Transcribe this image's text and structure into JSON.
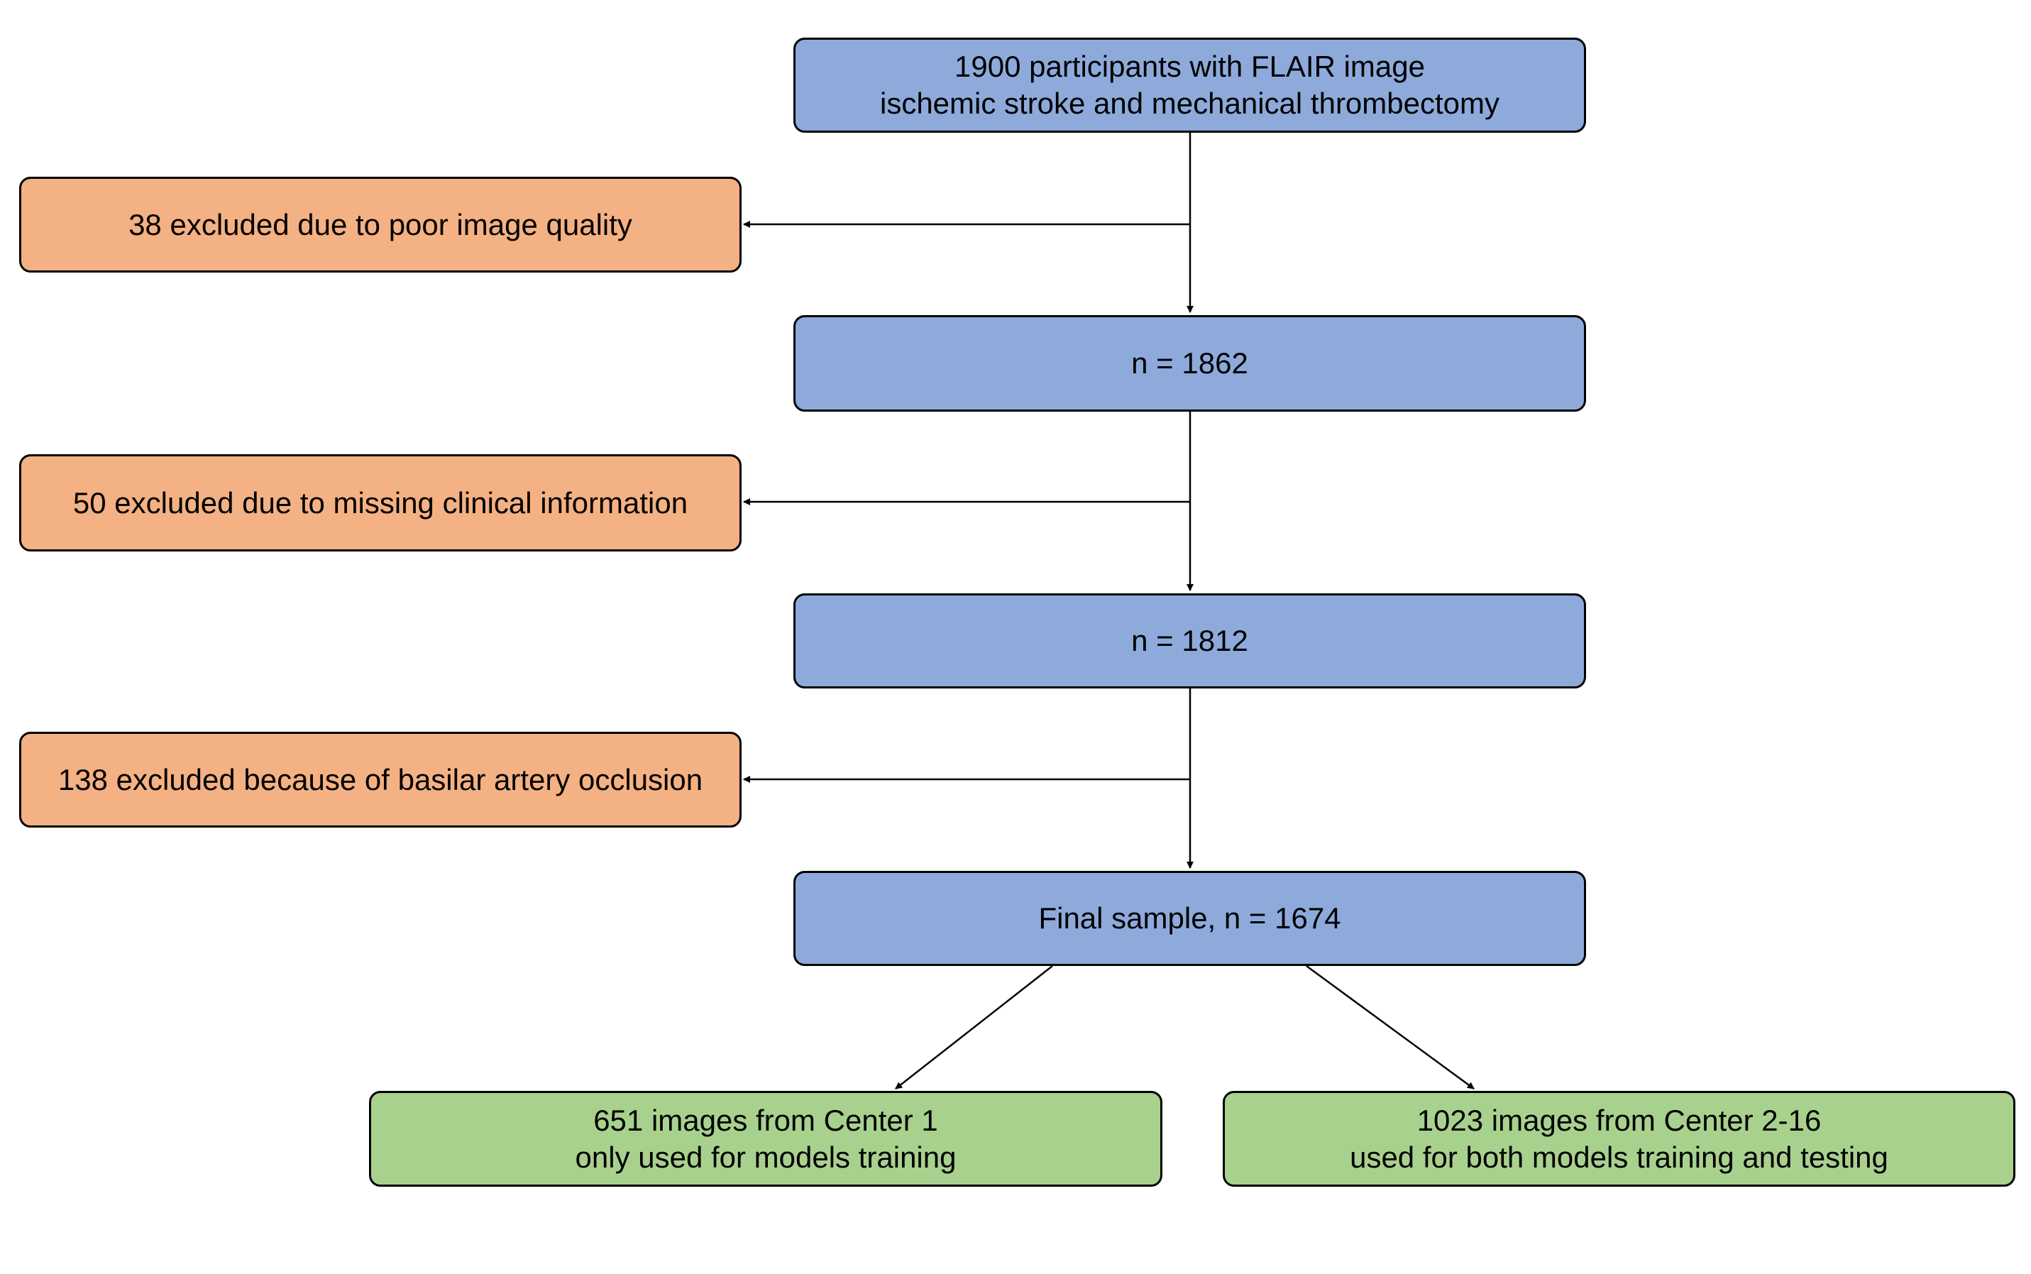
{
  "colors": {
    "main_box": "#8eaadb",
    "excluded_box": "#f4b183",
    "outcome_box": "#a9d18e",
    "line": "#000000"
  },
  "boxes": {
    "start": {
      "line1": "1900 participants with FLAIR image",
      "line2": "ischemic stroke and mechanical thrombectomy"
    },
    "n1": {
      "line1": "n = 1862"
    },
    "n2": {
      "line1": "n = 1812"
    },
    "final": {
      "line1": "Final sample, n = 1674"
    },
    "excluded1": {
      "line1": "38 excluded due to poor image quality"
    },
    "excluded2": {
      "line1": "50 excluded due to missing clinical information"
    },
    "excluded3": {
      "line1": "138 excluded because of basilar artery occlusion"
    },
    "center1": {
      "line1": "651 images from Center 1",
      "line2": "only used for models training"
    },
    "center2": {
      "line1": "1023 images from Center 2-16",
      "line2": "used for both models training and testing"
    }
  }
}
